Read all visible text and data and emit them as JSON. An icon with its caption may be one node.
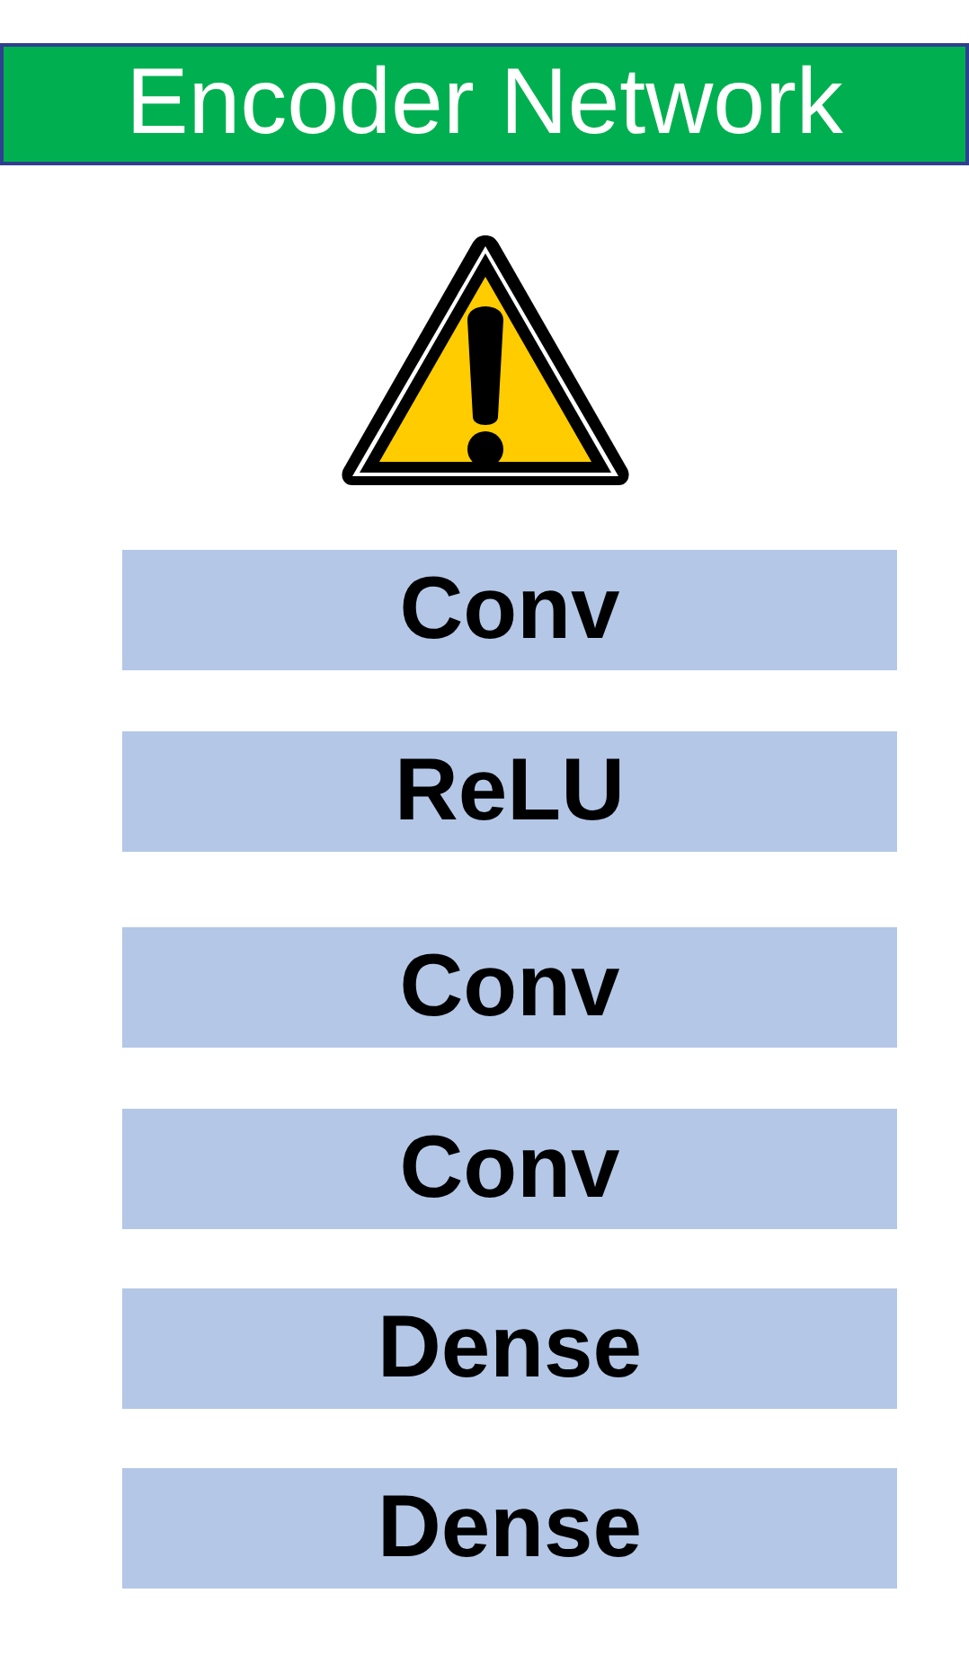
{
  "diagram": {
    "nodes": [
      {
        "text": [
          "Encoder Network"
        ]
      },
      {
        "text": [],
        "shape": "picture"
      },
      {
        "text": [
          "Conv"
        ]
      },
      {
        "text": [
          "ReLU"
        ]
      },
      {
        "text": [
          "Conv"
        ]
      },
      {
        "text": [
          "Conv"
        ]
      },
      {
        "text": [
          "Dense"
        ]
      },
      {
        "text": [
          "Dense"
        ]
      }
    ],
    "edges": []
  }
}
